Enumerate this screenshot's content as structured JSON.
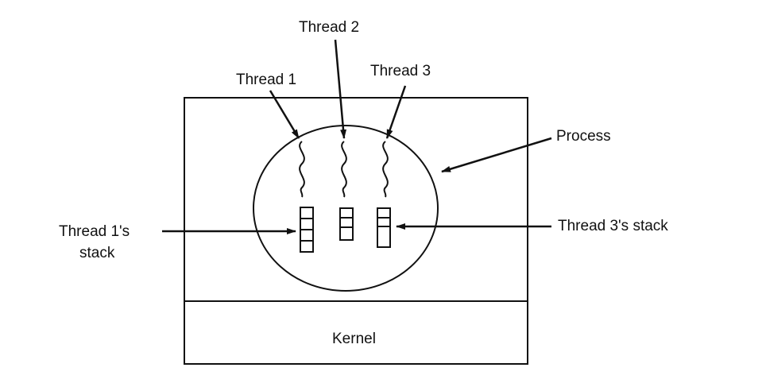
{
  "labels": {
    "thread1": "Thread 1",
    "thread2": "Thread 2",
    "thread3": "Thread 3",
    "process": "Process",
    "thread1_stack_line1": "Thread 1's",
    "thread1_stack_line2": "stack",
    "thread3_stack": "Thread 3's stack",
    "kernel": "Kernel"
  },
  "colors": {
    "ink": "#111111",
    "background": "#ffffff"
  }
}
